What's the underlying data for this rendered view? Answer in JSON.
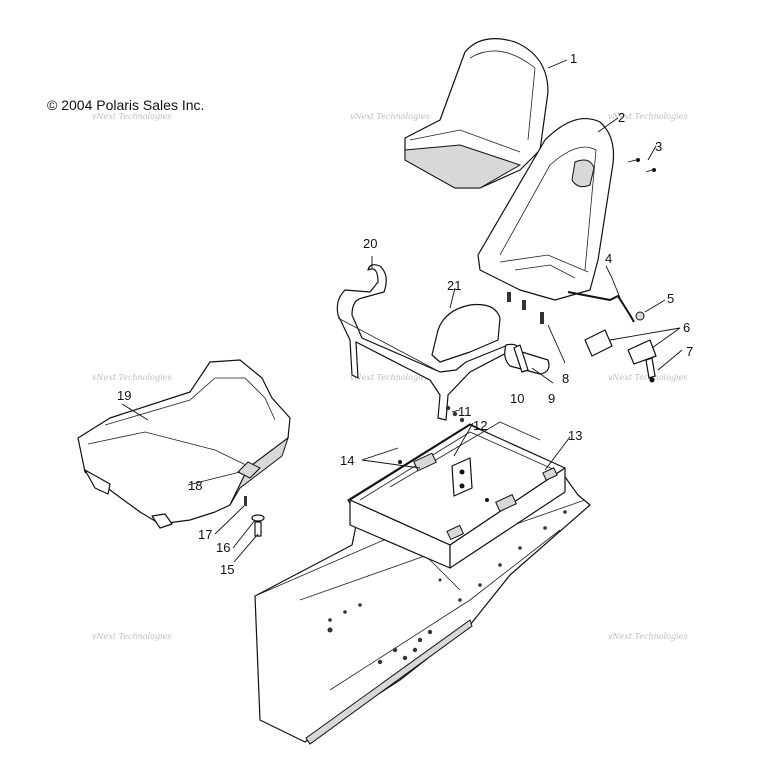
{
  "copyright": "© 2004 Polaris Sales Inc.",
  "watermark": "vNext Technologies",
  "callouts": [
    {
      "id": "c1",
      "label": "1"
    },
    {
      "id": "c2",
      "label": "2"
    },
    {
      "id": "c3",
      "label": "3"
    },
    {
      "id": "c4",
      "label": "4"
    },
    {
      "id": "c5",
      "label": "5"
    },
    {
      "id": "c6",
      "label": "6"
    },
    {
      "id": "c7",
      "label": "7"
    },
    {
      "id": "c8",
      "label": "8"
    },
    {
      "id": "c9",
      "label": "9"
    },
    {
      "id": "c10",
      "label": "10"
    },
    {
      "id": "c11",
      "label": "11"
    },
    {
      "id": "c12",
      "label": "12"
    },
    {
      "id": "c13",
      "label": "13"
    },
    {
      "id": "c14",
      "label": "14"
    },
    {
      "id": "c15",
      "label": "15"
    },
    {
      "id": "c16",
      "label": "16"
    },
    {
      "id": "c17",
      "label": "17"
    },
    {
      "id": "c18",
      "label": "18"
    },
    {
      "id": "c19",
      "label": "19"
    },
    {
      "id": "c20",
      "label": "20"
    },
    {
      "id": "c21",
      "label": "21"
    }
  ]
}
